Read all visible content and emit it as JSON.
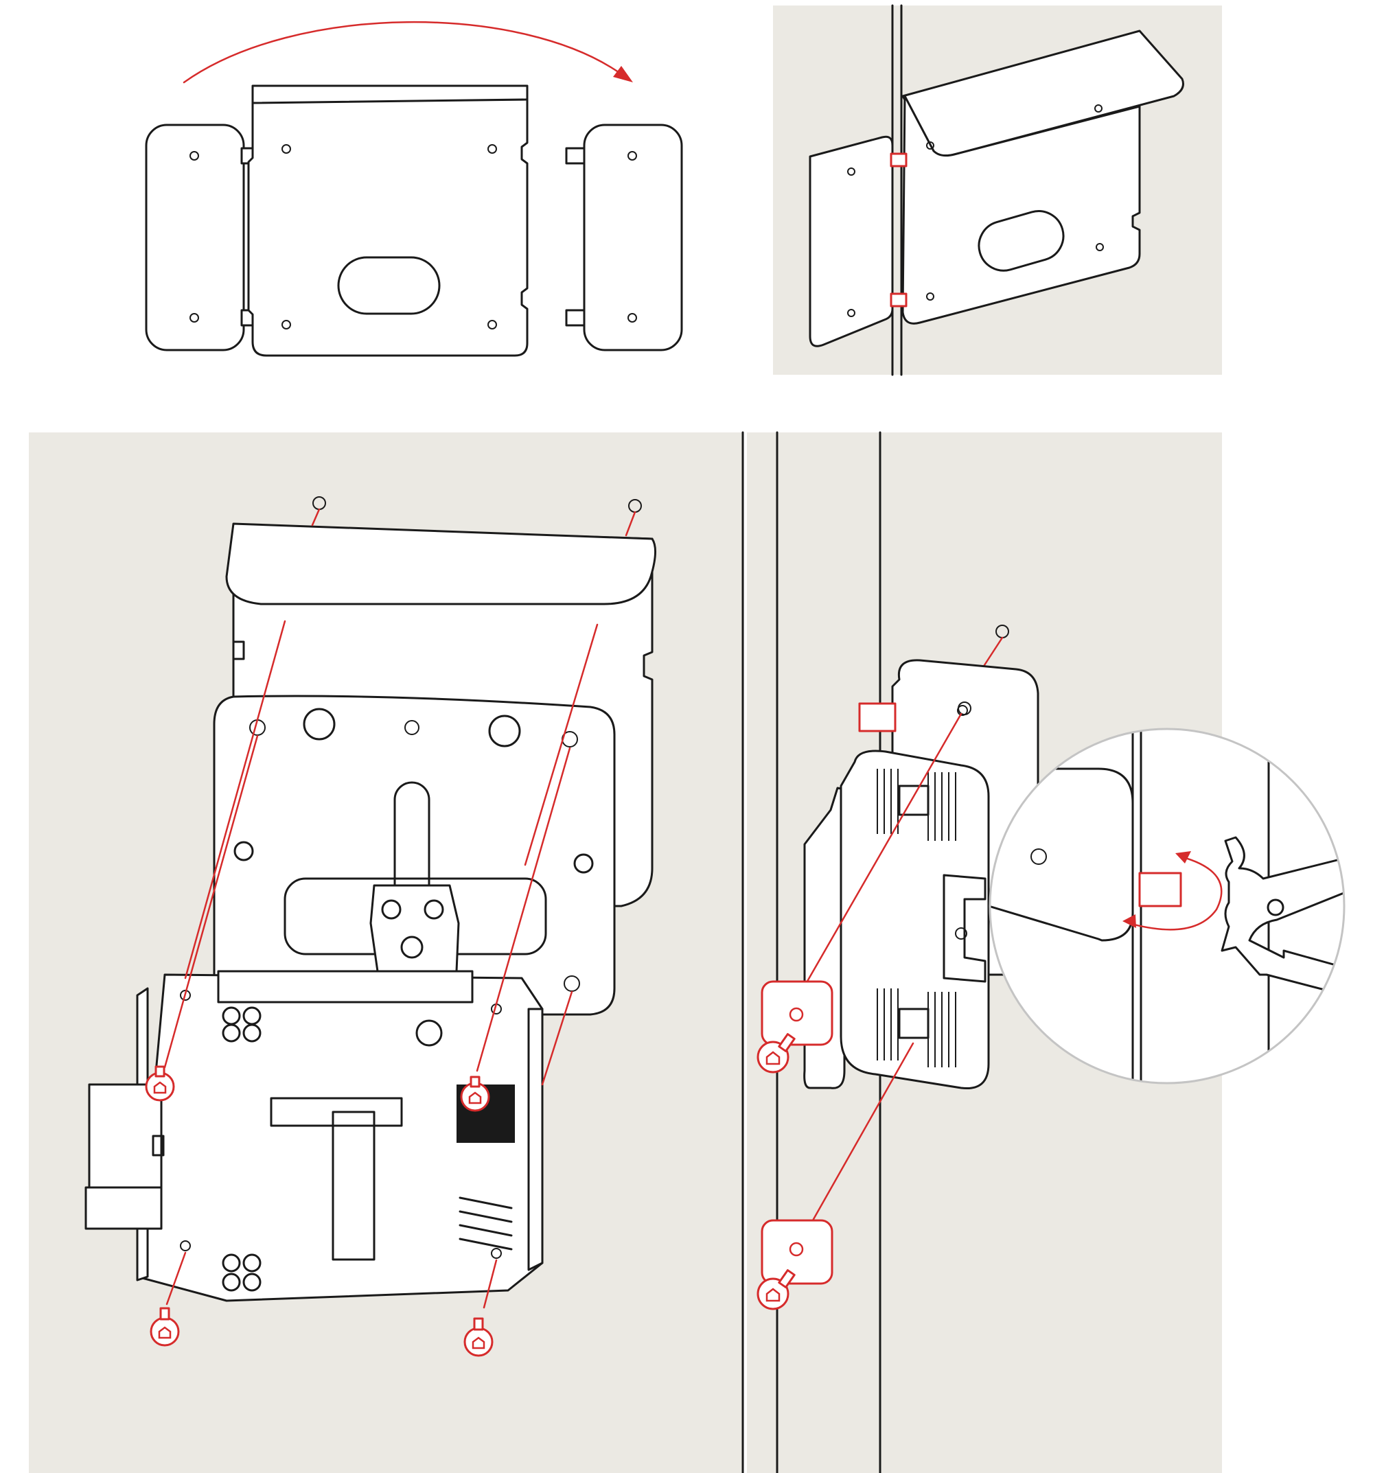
{
  "colors": {
    "panel_background": "#ebe9e3",
    "line": "#1a1a1a",
    "accent_red": "#d62b2b",
    "magnifier_ring": "#c4c4c4",
    "paper": "#ffffff"
  },
  "panels": [
    {
      "id": "step-1",
      "content": "flat-bracket-with-side-tabs-fold-arrow"
    },
    {
      "id": "step-2",
      "content": "folded-bracket-mounted-on-post"
    },
    {
      "id": "step-3",
      "content": "lock-mechanism-screwed-to-bracket"
    },
    {
      "id": "step-4",
      "content": "strike-plate-mounted-on-gate-post-with-detail"
    }
  ],
  "icons": [
    "fold-arrow-icon",
    "screw-icon",
    "hex-socket-screw-icon",
    "pliers-icon",
    "rotate-arrow-icon",
    "magnifier-icon"
  ]
}
